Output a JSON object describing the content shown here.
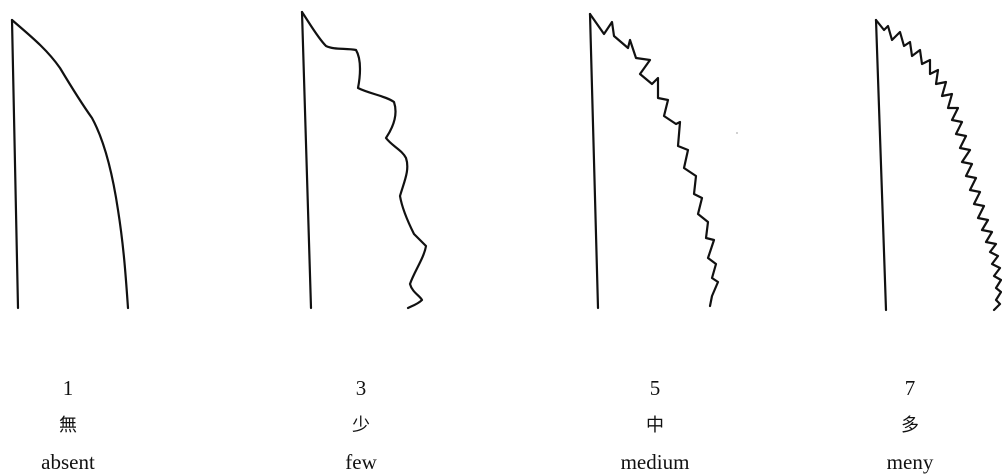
{
  "figure": {
    "levels": [
      {
        "score": "1",
        "label_ja": "無",
        "label_en": "absent"
      },
      {
        "score": "3",
        "label_ja": "少",
        "label_en": "few"
      },
      {
        "score": "5",
        "label_ja": "中",
        "label_en": "medium"
      },
      {
        "score": "7",
        "label_ja": "多",
        "label_en": "meny"
      }
    ],
    "stroke_color": "#111111",
    "background_color": "#ffffff"
  }
}
